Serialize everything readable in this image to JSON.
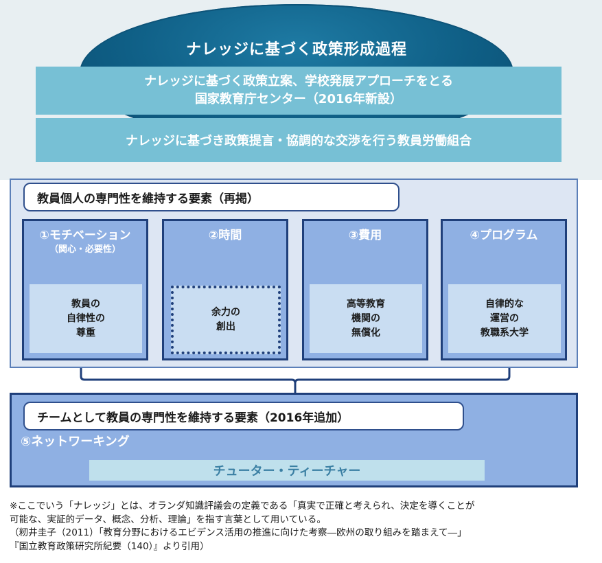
{
  "diagram": {
    "header": {
      "title": "ナレッジに基づく政策形成過程",
      "band1_line1": "ナレッジに基づく政策立案、学校発展アプローチをとる",
      "band1_line2": "国家教育庁センター（2016年新設）",
      "band2": "ナレッジに基づき政策提言・協調的な交渉を行う教員労働組合"
    },
    "individual": {
      "label": "教員個人の専門性を維持する要素（再掲）",
      "cards": [
        {
          "title": "①モチベーション",
          "subtitle": "（関心・必要性）",
          "inner": "教員の\n自律性の\n尊重"
        },
        {
          "title": "②時間",
          "subtitle": "",
          "inner": "余力の\n創出"
        },
        {
          "title": "③費用",
          "subtitle": "",
          "inner": "高等教育\n機関の\n無償化"
        },
        {
          "title": "④プログラム",
          "subtitle": "",
          "inner": "自律的な\n運営の\n教職系大学"
        }
      ]
    },
    "team": {
      "label": "チームとして教員の専門性を維持する要素（2016年追加）",
      "networking": "⑤ネットワーキング",
      "tutor": "チューター・ティーチャー"
    },
    "notes": {
      "line1": "※ここでいう「ナレッジ」とは、オランダ知識評議会の定義である「真実で正確と考えられ、決定を導くことが",
      "line2": "可能な、実証的データ、概念、分析、理論」を指す言葉として用いている。",
      "line3": "（籾井圭子（2011）「教育分野におけるエビデンス活用の推進に向けた考察―欧州の取り組みを踏まえて―」",
      "line4": "『国立教育政策研究所紀要（140）』より引用）"
    },
    "colors": {
      "ellipse": "#0f5f86",
      "band": "#77c0d5",
      "card": "#8fb0e3",
      "card_border": "#1f3f7a",
      "inner": "#c9ddf2"
    }
  }
}
